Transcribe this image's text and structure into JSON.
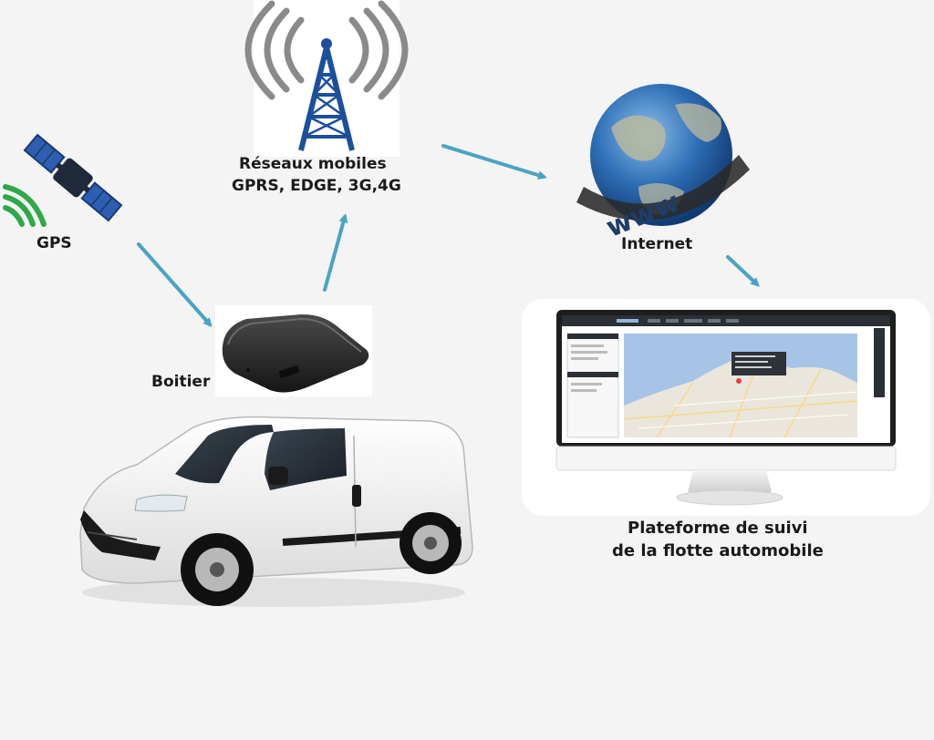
{
  "nodes": {
    "gps": {
      "label": "GPS"
    },
    "network": {
      "line1": "Réseaux mobiles",
      "line2": "GPRS, EDGE, 3G,4G"
    },
    "internet": {
      "label": "Internet"
    },
    "device": {
      "label": "Boitier"
    },
    "platform": {
      "line1": "Plateforme de suivi",
      "line2": "de la flotte automobile"
    }
  },
  "colors": {
    "arrow": "#4aa3c4",
    "tower": "#1c4f9c",
    "signal_gray": "#8a8a8a",
    "gps_signal": "#2fa84a",
    "satellite_panel": "#2d5fb0",
    "globe": "#2e6fb6",
    "map_water": "#a7c4e6",
    "map_land": "#ebe6dc"
  },
  "icons": [
    "satellite-icon",
    "cell-tower-icon",
    "globe-www-icon",
    "tracker-box-icon",
    "van-icon",
    "monitor-icon"
  ]
}
